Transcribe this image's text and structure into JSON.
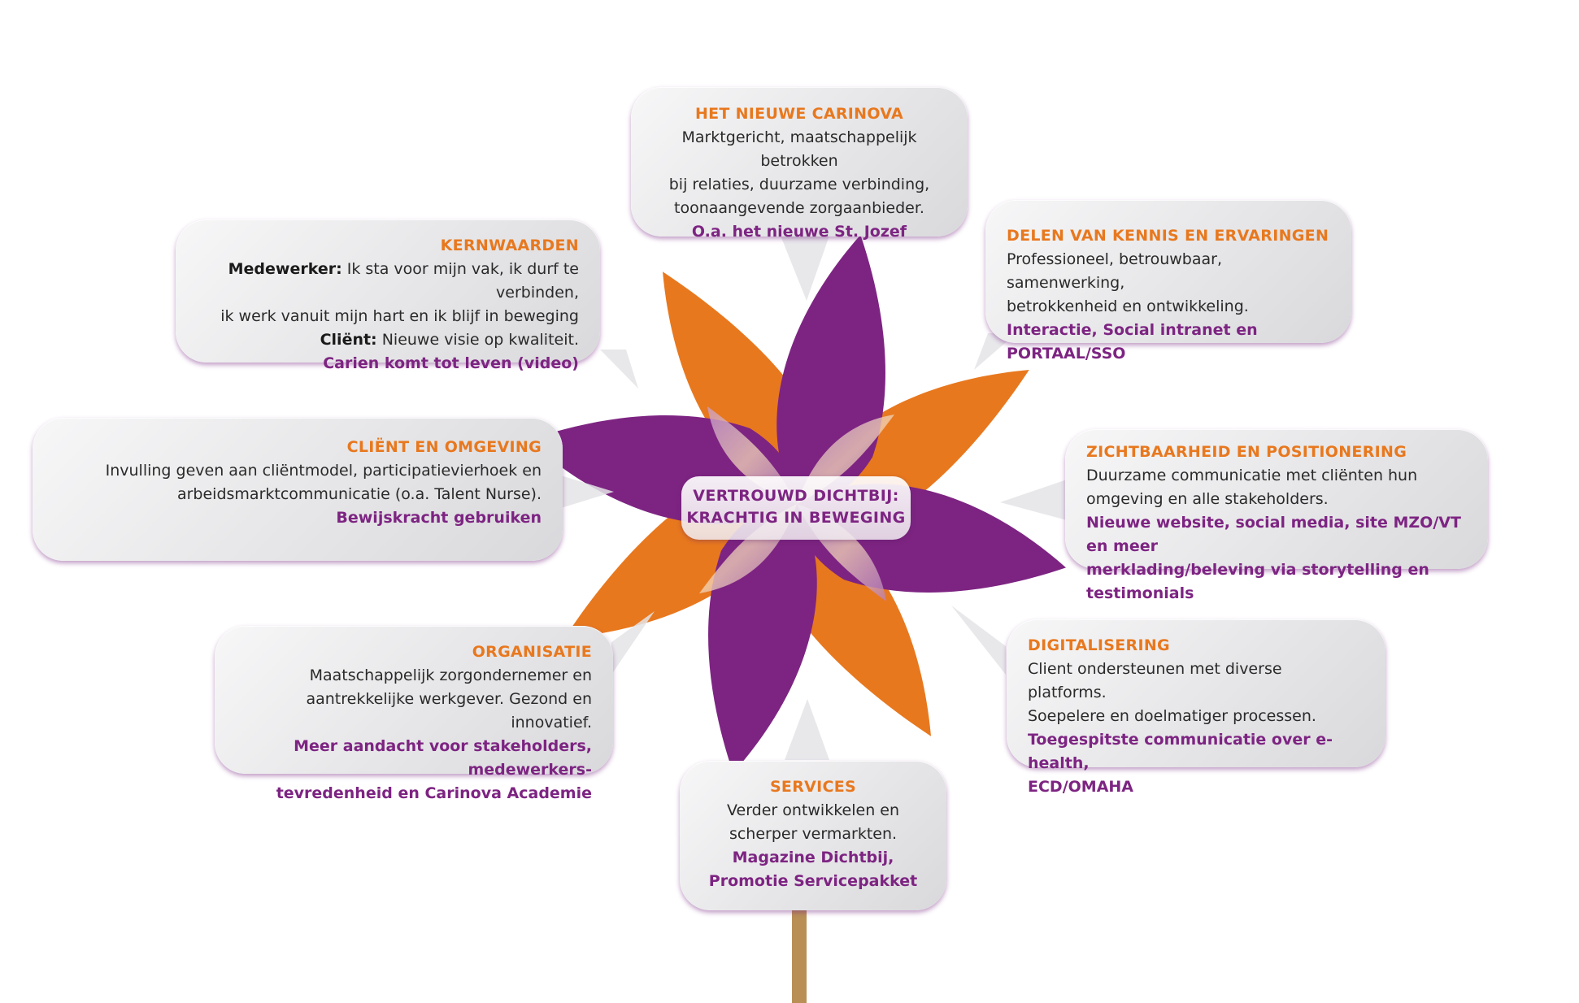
{
  "colors": {
    "orange": "#e8781e",
    "purple": "#7d2482",
    "stick": "#b98f56",
    "bubble": "#e6e6e8"
  },
  "center": {
    "line1": "VERTROUWD DICHTBIJ:",
    "line2": "KRACHTIG IN BEWEGING"
  },
  "bubbles": {
    "het_nieuwe_carinova": {
      "title": "HET NIEUWE CARINOVA",
      "lines": [
        "Marktgericht, maatschappelijk betrokken",
        "bij relaties, duurzame verbinding,",
        "toonaangevende zorgaanbieder."
      ],
      "link": "O.a. het nieuwe St. Jozef"
    },
    "kernwaarden": {
      "title": "KERNWAARDEN",
      "label1": "Medewerker:",
      "line1": " Ik sta voor mijn vak, ik durf te verbinden,",
      "line2": "ik werk vanuit mijn hart en ik blijf in beweging",
      "label3": "Cliënt:",
      "line3": " Nieuwe visie op kwaliteit.",
      "link": "Carien komt tot leven (video)"
    },
    "delen_van_kennis": {
      "title": "DELEN VAN KENNIS EN ERVARINGEN",
      "lines": [
        "Professioneel, betrouwbaar, samenwerking,",
        "betrokkenheid en ontwikkeling."
      ],
      "link": "Interactie, Social intranet en PORTAAL/SSO"
    },
    "client_en_omgeving": {
      "title": "CLIËNT EN OMGEVING",
      "lines": [
        "Invulling geven aan cliëntmodel, participatievierhoek en",
        "arbeidsmarktcommunicatie (o.a. Talent Nurse)."
      ],
      "link": "Bewijskracht gebruiken"
    },
    "zichtbaarheid": {
      "title": "ZICHTBAARHEID EN POSITIONERING",
      "lines": [
        "Duurzame communicatie met cliënten hun",
        "omgeving en alle stakeholders."
      ],
      "links": [
        "Nieuwe website, social media, site MZO/VT en meer",
        "merklading/beleving via storytelling en testimonials"
      ]
    },
    "organisatie": {
      "title": "ORGANISATIE",
      "lines": [
        "Maatschappelijk zorgondernemer en",
        "aantrekkelijke werkgever. Gezond en innovatief."
      ],
      "links": [
        "Meer aandacht voor stakeholders, medewerkers-",
        "tevredenheid en Carinova Academie"
      ]
    },
    "digitalisering": {
      "title": "DIGITALISERING",
      "lines": [
        "Client ondersteunen met diverse platforms.",
        "Soepelere en doelmatiger processen."
      ],
      "links": [
        "Toegespitste communicatie over e-health,",
        "ECD/OMAHA"
      ]
    },
    "services": {
      "title": "SERVICES",
      "lines": [
        "Verder ontwikkelen en",
        "scherper vermarkten."
      ],
      "links": [
        "Magazine Dichtbij,",
        "Promotie Servicepakket"
      ]
    }
  }
}
